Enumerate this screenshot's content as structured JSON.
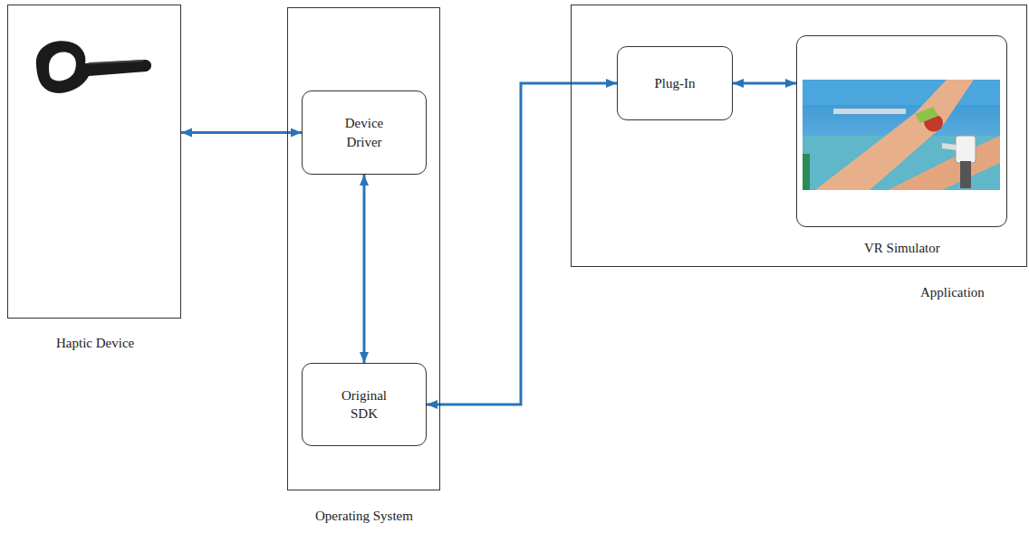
{
  "diagram": {
    "nodes": [
      {
        "text": [
          "Haptic Device"
        ]
      },
      {
        "text": [
          "Operating System"
        ]
      },
      {
        "text": [
          "Device Driver"
        ],
        "in": 1
      },
      {
        "text": [
          "Original SDK"
        ],
        "in": 1
      },
      {
        "text": [
          "Application"
        ]
      },
      {
        "text": [
          "Plug-In"
        ],
        "in": 4
      },
      {
        "text": [
          "VR Simulator"
        ],
        "in": 4
      }
    ],
    "edges": [
      {
        "from": 0,
        "to": 2,
        "arrow": "both"
      },
      {
        "from": 2,
        "to": 3,
        "arrow": "both"
      },
      {
        "from": 3,
        "to": 5,
        "arrow": "both"
      },
      {
        "from": 5,
        "to": 6,
        "arrow": "both"
      }
    ]
  }
}
